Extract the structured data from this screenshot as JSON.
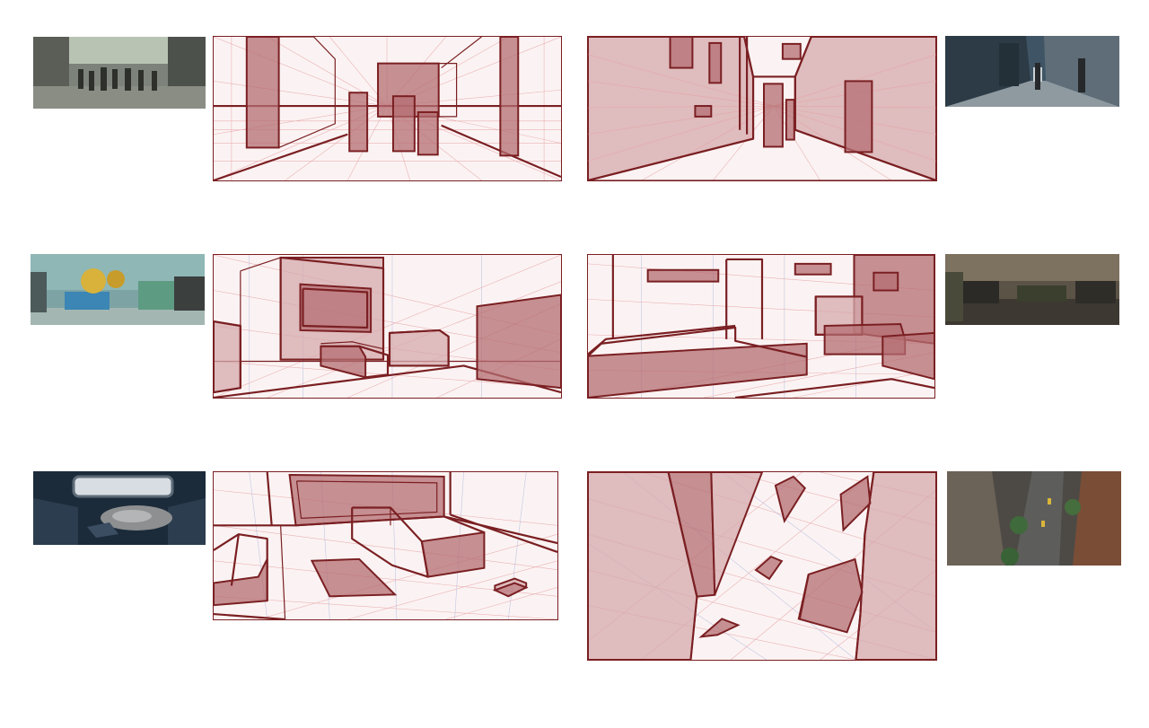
{
  "colors": {
    "line": "#7a1f22",
    "fill_dark": "#b46d72",
    "fill_light": "#d5a9ac",
    "grid_red": "#e7a0a4",
    "grid_blue": "#a9b3dc",
    "background": "#ffffff"
  },
  "rows": [
    {
      "left_thumb": "war-street-photo",
      "left_panel": "one-point-street",
      "right_panel": "one-point-corridor",
      "right_thumb": "corridor-photo"
    },
    {
      "left_thumb": "garage-photo",
      "left_panel": "two-point-garage",
      "right_panel": "two-point-room",
      "right_thumb": "bunker-photo"
    },
    {
      "left_thumb": "hangar-photo",
      "left_panel": "three-point-hangar",
      "right_panel": "three-point-city",
      "right_thumb": "aerial-street-photo"
    }
  ]
}
